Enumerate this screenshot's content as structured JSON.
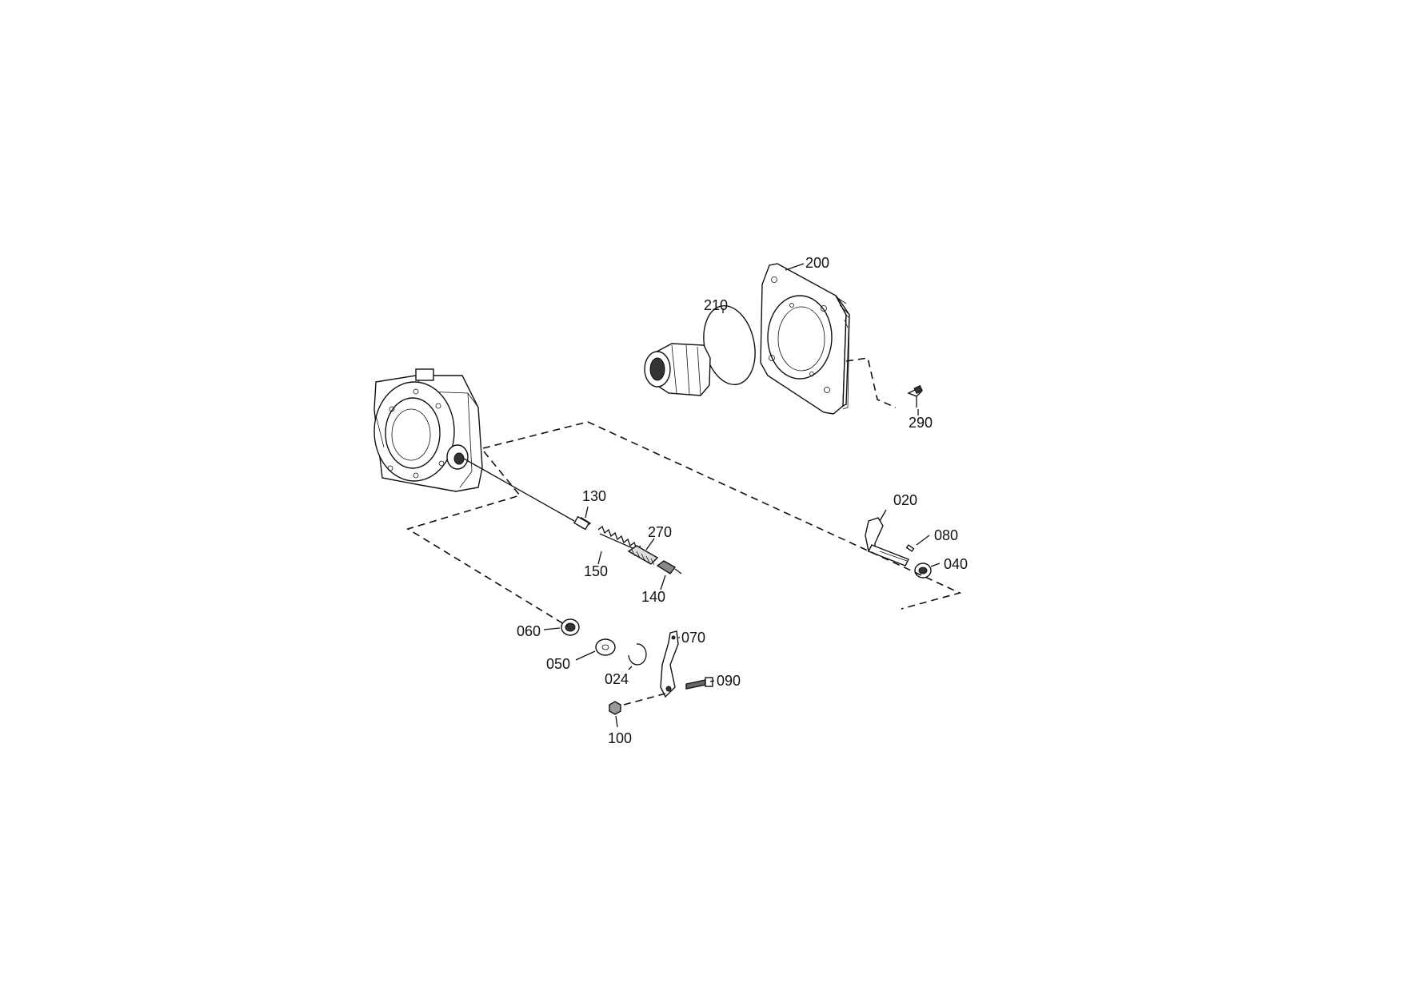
{
  "labels": {
    "p200": "200",
    "p210": "210",
    "p290": "290",
    "p130": "130",
    "p270": "270",
    "p150": "150",
    "p140": "140",
    "p020": "020",
    "p080": "080",
    "p040": "040",
    "p060": "060",
    "p050": "050",
    "p024": "024",
    "p070": "070",
    "p090": "090",
    "p100": "100"
  }
}
